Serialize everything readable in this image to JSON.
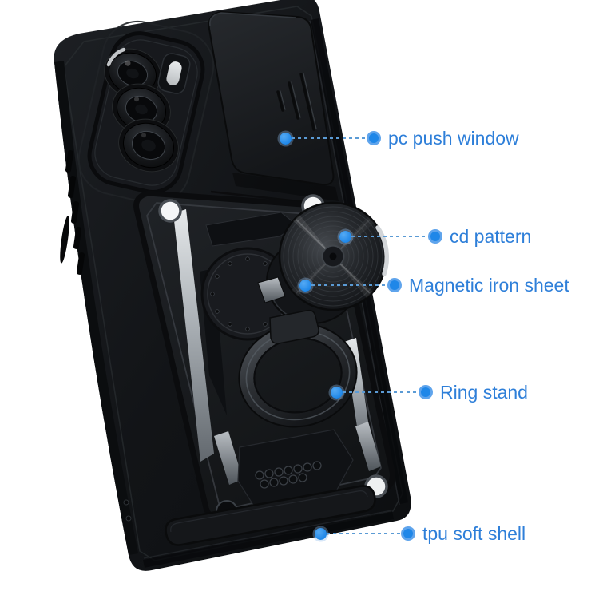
{
  "background_color": "#ffffff",
  "accent": {
    "label_color": "#2e7fd9",
    "dot_color": "#1f87e8",
    "dot_ring_color": "rgba(130,180,238,0.65)",
    "line_color": "#5b9bd5"
  },
  "product": {
    "parts": [
      "tpu-shell-body",
      "camera-module",
      "slide-cover",
      "armor-plate",
      "cd-pattern-disc",
      "magnetic-sheet",
      "ring-stand",
      "bottom-shell"
    ]
  },
  "callouts": [
    {
      "id": "pc-push-window",
      "label": "pc push window"
    },
    {
      "id": "cd-pattern",
      "label": "cd pattern"
    },
    {
      "id": "magnetic-iron-sheet",
      "label": "Magnetic iron sheet"
    },
    {
      "id": "ring-stand",
      "label": "Ring stand"
    },
    {
      "id": "tpu-soft-shell",
      "label": "tpu soft shell"
    }
  ]
}
